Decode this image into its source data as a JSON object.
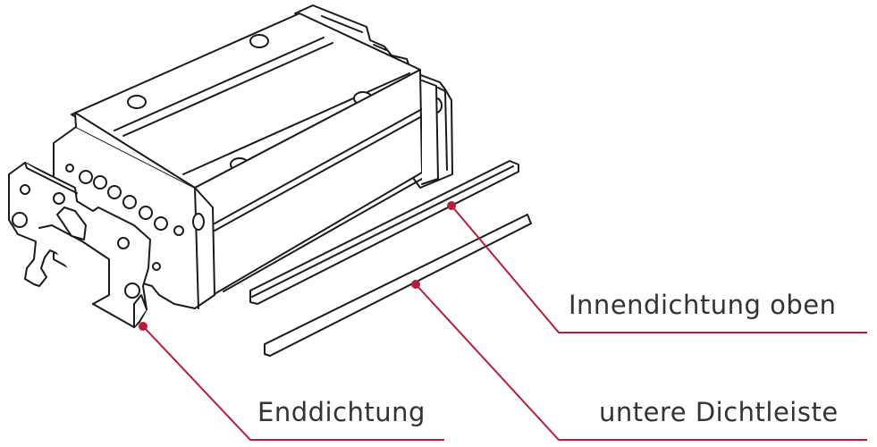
{
  "labels": {
    "inner_seal_top": "Innendichtung oben",
    "end_seal": "Enddichtung",
    "lower_seal_strip": "untere Dichtleiste"
  },
  "colors": {
    "leader": "#b71c3f",
    "outline": "#1a1a1a",
    "text": "#333333"
  }
}
